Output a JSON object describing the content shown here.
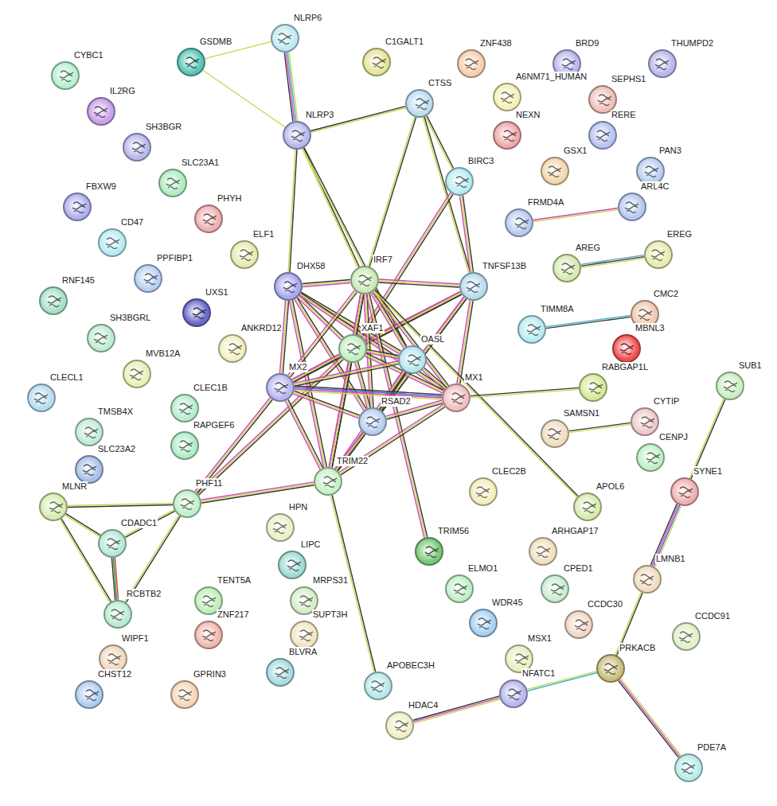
{
  "diagram": {
    "nodes": [
      {
        "text": [
          "NLRP6"
        ]
      },
      {
        "text": [
          "GSDMB"
        ]
      },
      {
        "text": [
          "C1GALT1"
        ]
      },
      {
        "text": [
          "ZNF438"
        ]
      },
      {
        "text": [
          "BRD9"
        ]
      },
      {
        "text": [
          "THUMPD2"
        ]
      },
      {
        "text": [
          "CYBC1"
        ]
      },
      {
        "text": [
          "CTSS"
        ]
      },
      {
        "text": [
          "A6NM71_HUMAN"
        ]
      },
      {
        "text": [
          "SEPHS1"
        ]
      },
      {
        "text": [
          "IL2RG"
        ]
      },
      {
        "text": [
          "NLRP3"
        ]
      },
      {
        "text": [
          "NEXN"
        ]
      },
      {
        "text": [
          "RERE"
        ]
      },
      {
        "text": [
          "SH3BGR"
        ]
      },
      {
        "text": [
          "GSX1"
        ]
      },
      {
        "text": [
          "PAN3"
        ]
      },
      {
        "text": [
          "BIRC3"
        ]
      },
      {
        "text": [
          "SLC23A1"
        ]
      },
      {
        "text": [
          "FBXW9"
        ]
      },
      {
        "text": [
          "ARL4C"
        ]
      },
      {
        "text": [
          "PHYH"
        ]
      },
      {
        "text": [
          "FRMD4A"
        ]
      },
      {
        "text": [
          "CD47"
        ]
      },
      {
        "text": [
          "ELF1"
        ]
      },
      {
        "text": [
          "EREG"
        ]
      },
      {
        "text": [
          "AREG"
        ]
      },
      {
        "text": [
          "PPFIBP1"
        ]
      },
      {
        "text": [
          "IRF7"
        ]
      },
      {
        "text": [
          "DHX58"
        ]
      },
      {
        "text": [
          "TNFSF13B"
        ]
      },
      {
        "text": [
          "RNF145"
        ]
      },
      {
        "text": [
          "UXS1"
        ]
      },
      {
        "text": [
          "CMC2"
        ]
      },
      {
        "text": [
          "TIMM8A"
        ]
      },
      {
        "text": [
          "SH3BGRL"
        ]
      },
      {
        "text": [
          "XAF1"
        ]
      },
      {
        "text": [
          "ANKRD12"
        ]
      },
      {
        "text": [
          "MBNL3"
        ]
      },
      {
        "text": [
          "OASL"
        ]
      },
      {
        "text": [
          "MVB12A"
        ]
      },
      {
        "text": [
          "MX2"
        ]
      },
      {
        "text": [
          "RABGAP1L"
        ]
      },
      {
        "text": [
          "SUB1"
        ]
      },
      {
        "text": [
          "MX1"
        ]
      },
      {
        "text": [
          "CLECL1"
        ]
      },
      {
        "text": [
          "CLEC1B"
        ]
      },
      {
        "text": [
          "CYTIP"
        ]
      },
      {
        "text": [
          "RSAD2"
        ]
      },
      {
        "text": [
          "TMSB4X"
        ]
      },
      {
        "text": [
          "SAMSN1"
        ]
      },
      {
        "text": [
          "RAPGEF6"
        ]
      },
      {
        "text": [
          "CENPJ"
        ]
      },
      {
        "text": [
          "SLC23A2"
        ]
      },
      {
        "text": [
          "TRIM22"
        ]
      },
      {
        "text": [
          "CLEC2B"
        ]
      },
      {
        "text": [
          "SYNE1"
        ]
      },
      {
        "text": [
          "MLNR"
        ]
      },
      {
        "text": [
          "PHF11"
        ]
      },
      {
        "text": [
          "APOL6"
        ]
      },
      {
        "text": [
          "HPN"
        ]
      },
      {
        "text": [
          "CDADC1"
        ]
      },
      {
        "text": [
          "TRIM56"
        ]
      },
      {
        "text": [
          "ARHGAP17"
        ]
      },
      {
        "text": [
          "LIPC"
        ]
      },
      {
        "text": [
          "LMNB1"
        ]
      },
      {
        "text": [
          "ELMO1"
        ]
      },
      {
        "text": [
          "CPED1"
        ]
      },
      {
        "text": [
          "TENT5A"
        ]
      },
      {
        "text": [
          "MRPS31"
        ]
      },
      {
        "text": [
          "RCBTB2"
        ]
      },
      {
        "text": [
          "WDR45"
        ]
      },
      {
        "text": [
          "CCDC30"
        ]
      },
      {
        "text": [
          "ZNF217"
        ]
      },
      {
        "text": [
          "SUPT3H"
        ]
      },
      {
        "text": [
          "CCDC91"
        ]
      },
      {
        "text": [
          "WIPF1"
        ]
      },
      {
        "text": [
          "MSX1"
        ]
      },
      {
        "text": [
          "PRKACB"
        ]
      },
      {
        "text": [
          "BLVRA"
        ]
      },
      {
        "text": [
          "APOBEC3H"
        ]
      },
      {
        "text": [
          "NFATC1"
        ]
      },
      {
        "text": [
          "CHST12"
        ]
      },
      {
        "text": [
          "GPRIN3"
        ]
      },
      {
        "text": [
          "HDAC4"
        ]
      },
      {
        "text": [
          "PDE7A"
        ]
      }
    ],
    "edges": [
      {
        "from": 1,
        "to": 0,
        "arrow": "none"
      },
      {
        "from": 1,
        "to": 11,
        "arrow": "none"
      },
      {
        "from": 0,
        "to": 11,
        "arrow": "none"
      },
      {
        "from": 11,
        "to": 7,
        "arrow": "none"
      },
      {
        "from": 11,
        "to": 29,
        "arrow": "none"
      },
      {
        "from": 11,
        "to": 28,
        "arrow": "none"
      },
      {
        "from": 11,
        "to": 39,
        "arrow": "none"
      },
      {
        "from": 7,
        "to": 17,
        "arrow": "none"
      },
      {
        "from": 7,
        "to": 30,
        "arrow": "none"
      },
      {
        "from": 7,
        "to": 28,
        "arrow": "none"
      },
      {
        "from": 17,
        "to": 30,
        "arrow": "none"
      },
      {
        "from": 17,
        "to": 36,
        "arrow": "none"
      },
      {
        "from": 30,
        "to": 44,
        "arrow": "none"
      },
      {
        "from": 30,
        "to": 36,
        "arrow": "none"
      },
      {
        "from": 30,
        "to": 41,
        "arrow": "none"
      },
      {
        "from": 30,
        "to": 48,
        "arrow": "none"
      },
      {
        "from": 30,
        "to": 28,
        "arrow": "none"
      },
      {
        "from": 30,
        "to": 54,
        "arrow": "none"
      },
      {
        "from": 29,
        "to": 28,
        "arrow": "none"
      },
      {
        "from": 29,
        "to": 36,
        "arrow": "none"
      },
      {
        "from": 29,
        "to": 39,
        "arrow": "none"
      },
      {
        "from": 29,
        "to": 41,
        "arrow": "none"
      },
      {
        "from": 29,
        "to": 48,
        "arrow": "none"
      },
      {
        "from": 29,
        "to": 44,
        "arrow": "none"
      },
      {
        "from": 29,
        "to": 54,
        "arrow": "none"
      },
      {
        "from": 28,
        "to": 36,
        "arrow": "none"
      },
      {
        "from": 28,
        "to": 39,
        "arrow": "none"
      },
      {
        "from": 28,
        "to": 41,
        "arrow": "none"
      },
      {
        "from": 28,
        "to": 44,
        "arrow": "none"
      },
      {
        "from": 28,
        "to": 48,
        "arrow": "none"
      },
      {
        "from": 28,
        "to": 54,
        "arrow": "none"
      },
      {
        "from": 28,
        "to": 62,
        "arrow": "none"
      },
      {
        "from": 28,
        "to": 59,
        "arrow": "none"
      },
      {
        "from": 36,
        "to": 39,
        "arrow": "none"
      },
      {
        "from": 36,
        "to": 41,
        "arrow": "none"
      },
      {
        "from": 36,
        "to": 44,
        "arrow": "none"
      },
      {
        "from": 36,
        "to": 48,
        "arrow": "none"
      },
      {
        "from": 36,
        "to": 54,
        "arrow": "none"
      },
      {
        "from": 36,
        "to": 58,
        "arrow": "none"
      },
      {
        "from": 39,
        "to": 41,
        "arrow": "none"
      },
      {
        "from": 39,
        "to": 44,
        "arrow": "none"
      },
      {
        "from": 39,
        "to": 48,
        "arrow": "none"
      },
      {
        "from": 39,
        "to": 54,
        "arrow": "none"
      },
      {
        "from": 41,
        "to": 44,
        "arrow": "none"
      },
      {
        "from": 41,
        "to": 48,
        "arrow": "none"
      },
      {
        "from": 41,
        "to": 54,
        "arrow": "none"
      },
      {
        "from": 41,
        "to": 58,
        "arrow": "none"
      },
      {
        "from": 44,
        "to": 48,
        "arrow": "none"
      },
      {
        "from": 44,
        "to": 54,
        "arrow": "none"
      },
      {
        "from": 44,
        "to": 42,
        "arrow": "none"
      },
      {
        "from": 48,
        "to": 54,
        "arrow": "none"
      },
      {
        "from": 54,
        "to": 58,
        "arrow": "none"
      },
      {
        "from": 54,
        "to": 80,
        "arrow": "none"
      },
      {
        "from": 58,
        "to": 57,
        "arrow": "none"
      },
      {
        "from": 58,
        "to": 61,
        "arrow": "none"
      },
      {
        "from": 58,
        "to": 70,
        "arrow": "none"
      },
      {
        "from": 57,
        "to": 61,
        "arrow": "none"
      },
      {
        "from": 57,
        "to": 70,
        "arrow": "none"
      },
      {
        "from": 61,
        "to": 70,
        "arrow": "none"
      },
      {
        "from": 50,
        "to": 47,
        "arrow": "none"
      },
      {
        "from": 22,
        "to": 20,
        "arrow": "none"
      },
      {
        "from": 26,
        "to": 25,
        "arrow": "none"
      },
      {
        "from": 34,
        "to": 33,
        "arrow": "none"
      },
      {
        "from": 43,
        "to": 56,
        "arrow": "none"
      },
      {
        "from": 56,
        "to": 65,
        "arrow": "none"
      },
      {
        "from": 65,
        "to": 78,
        "arrow": "none"
      },
      {
        "from": 78,
        "to": 81,
        "arrow": "none"
      },
      {
        "from": 78,
        "to": 85,
        "arrow": "none"
      },
      {
        "from": 81,
        "to": 84,
        "arrow": "none"
      }
    ]
  }
}
